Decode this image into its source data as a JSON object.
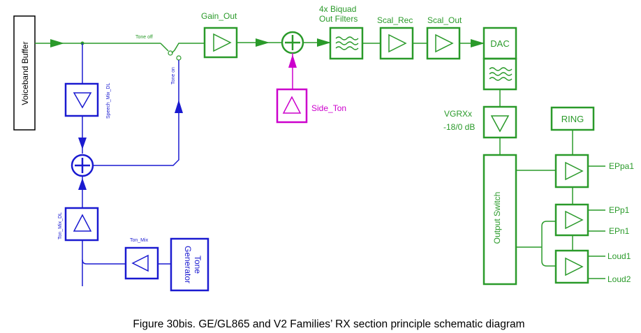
{
  "voiceband_buffer": "Voiceband Buffer",
  "tone_off": "Tone off",
  "tone_on": "Tone on",
  "speech_mix_dl": "Speech_Mix_DL",
  "ton_mix_dl": "Ton_Mix_DL",
  "ton_mix": "Ton_Mix",
  "tone_generator_line1": "Tone",
  "tone_generator_line2": "Generator",
  "gain_out": "Gain_Out",
  "side_ton": "Side_Ton",
  "biquad_line1": "4x Biquad",
  "biquad_line2": "Out Filters",
  "scal_rec": "Scal_Rec",
  "scal_out": "Scal_Out",
  "dac": "DAC",
  "vgrxx_line1": "VGRXx",
  "vgrxx_line2": "-18/0 dB",
  "ring": "RING",
  "output_switch": "Output Switch",
  "outputs": [
    "EPpa1",
    "EPp1",
    "EPn1",
    "Loud1",
    "Loud2"
  ],
  "caption": "Figure 30bis. GE/GL865 and V2 Families’ RX section principle schematic diagram",
  "colors": {
    "green": "#2a9a2a",
    "blue": "#1a1ad0",
    "magenta": "#cc00cc",
    "black": "#000000"
  }
}
